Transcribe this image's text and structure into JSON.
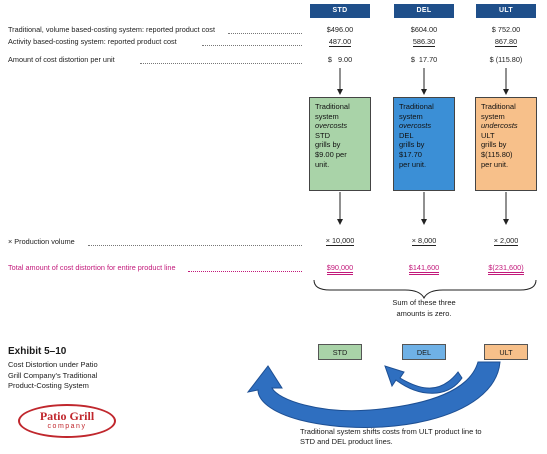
{
  "columns": [
    "STD",
    "DEL",
    "ULT"
  ],
  "rows": {
    "traditional_label": "Traditional, volume based-costing system: reported product cost",
    "abc_label": "Activity based-costing system: reported product cost",
    "distortion_label": "Amount of cost distortion per unit",
    "traditional": [
      "$496.00",
      "$604.00",
      "$ 752.00"
    ],
    "abc": [
      "487.00",
      "586.30",
      "867.80"
    ],
    "distortion": [
      "$   9.00",
      "$  17.70",
      "$ (115.80)"
    ],
    "volume_label": "× Production volume",
    "volume": [
      "× 10,000",
      "× 8,000",
      "× 2,000"
    ],
    "total_label": "Total amount of cost distortion for entire product line",
    "total": [
      "$90,000",
      "$141,600",
      "$(231,600)"
    ]
  },
  "boxes": [
    {
      "l1": "Traditional",
      "l2": "system",
      "l3": "overcosts",
      "l4": "STD",
      "l5": "grills by",
      "l6": "$9.00 per",
      "l7": "unit.",
      "color": "#a9d3a8"
    },
    {
      "l1": "Traditional",
      "l2": "system",
      "l3": "overcosts",
      "l4": "DEL",
      "l5": "grills by",
      "l6": "$17.70",
      "l7": "per unit.",
      "color": "#3b8fd6"
    },
    {
      "l1": "Traditional",
      "l2": "system",
      "l3": "undercosts",
      "l4": "ULT",
      "l5": "grills by",
      "l6": "$(115.80)",
      "l7": "per unit.",
      "color": "#f7c08a"
    }
  ],
  "sum_note_1": "Sum of these three",
  "sum_note_2": "amounts is zero.",
  "exhibit": {
    "title": "Exhibit 5–10",
    "caption_1": "Cost Distortion under Patio",
    "caption_2": "Grill Company's Traditional",
    "caption_3": "Product-Costing System"
  },
  "logo": {
    "line1": "Patio Grill",
    "line2": "company"
  },
  "shift_note_1": "Traditional system shifts costs from ULT product line to",
  "shift_note_2": "STD and DEL product lines.",
  "colors": {
    "header": "#1f4f8a",
    "magenta": "#c2187a",
    "arrow": "#2f6fc0",
    "logo_red": "#c0272d"
  }
}
